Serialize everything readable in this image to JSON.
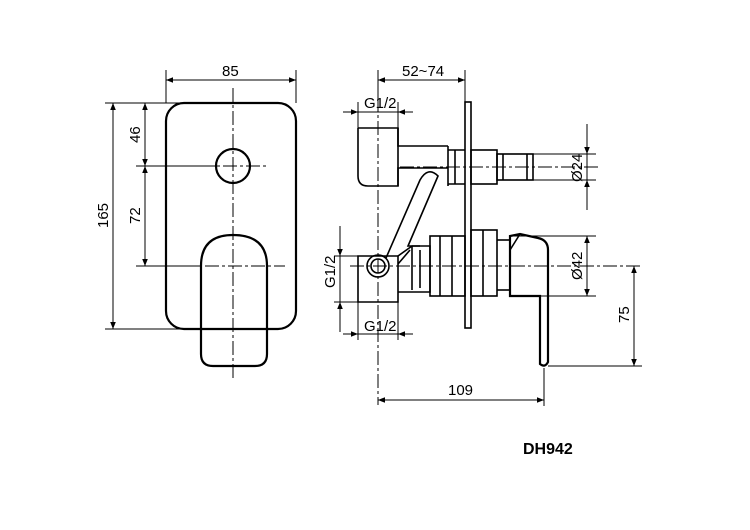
{
  "model": "DH942",
  "front_view": {
    "width_label": "85",
    "height_label": "165",
    "top_to_hole_label": "46",
    "hole_to_handle_label": "72"
  },
  "side_view": {
    "depth_label": "52~74",
    "top_thread_label": "G1/2",
    "side_thread_label": "G1/2",
    "bottom_thread_label": "G1/2",
    "pipe_dia_label": "Ø24",
    "spindle_dia_label": "Ø42",
    "handle_height_label": "75",
    "length_label": "109"
  }
}
